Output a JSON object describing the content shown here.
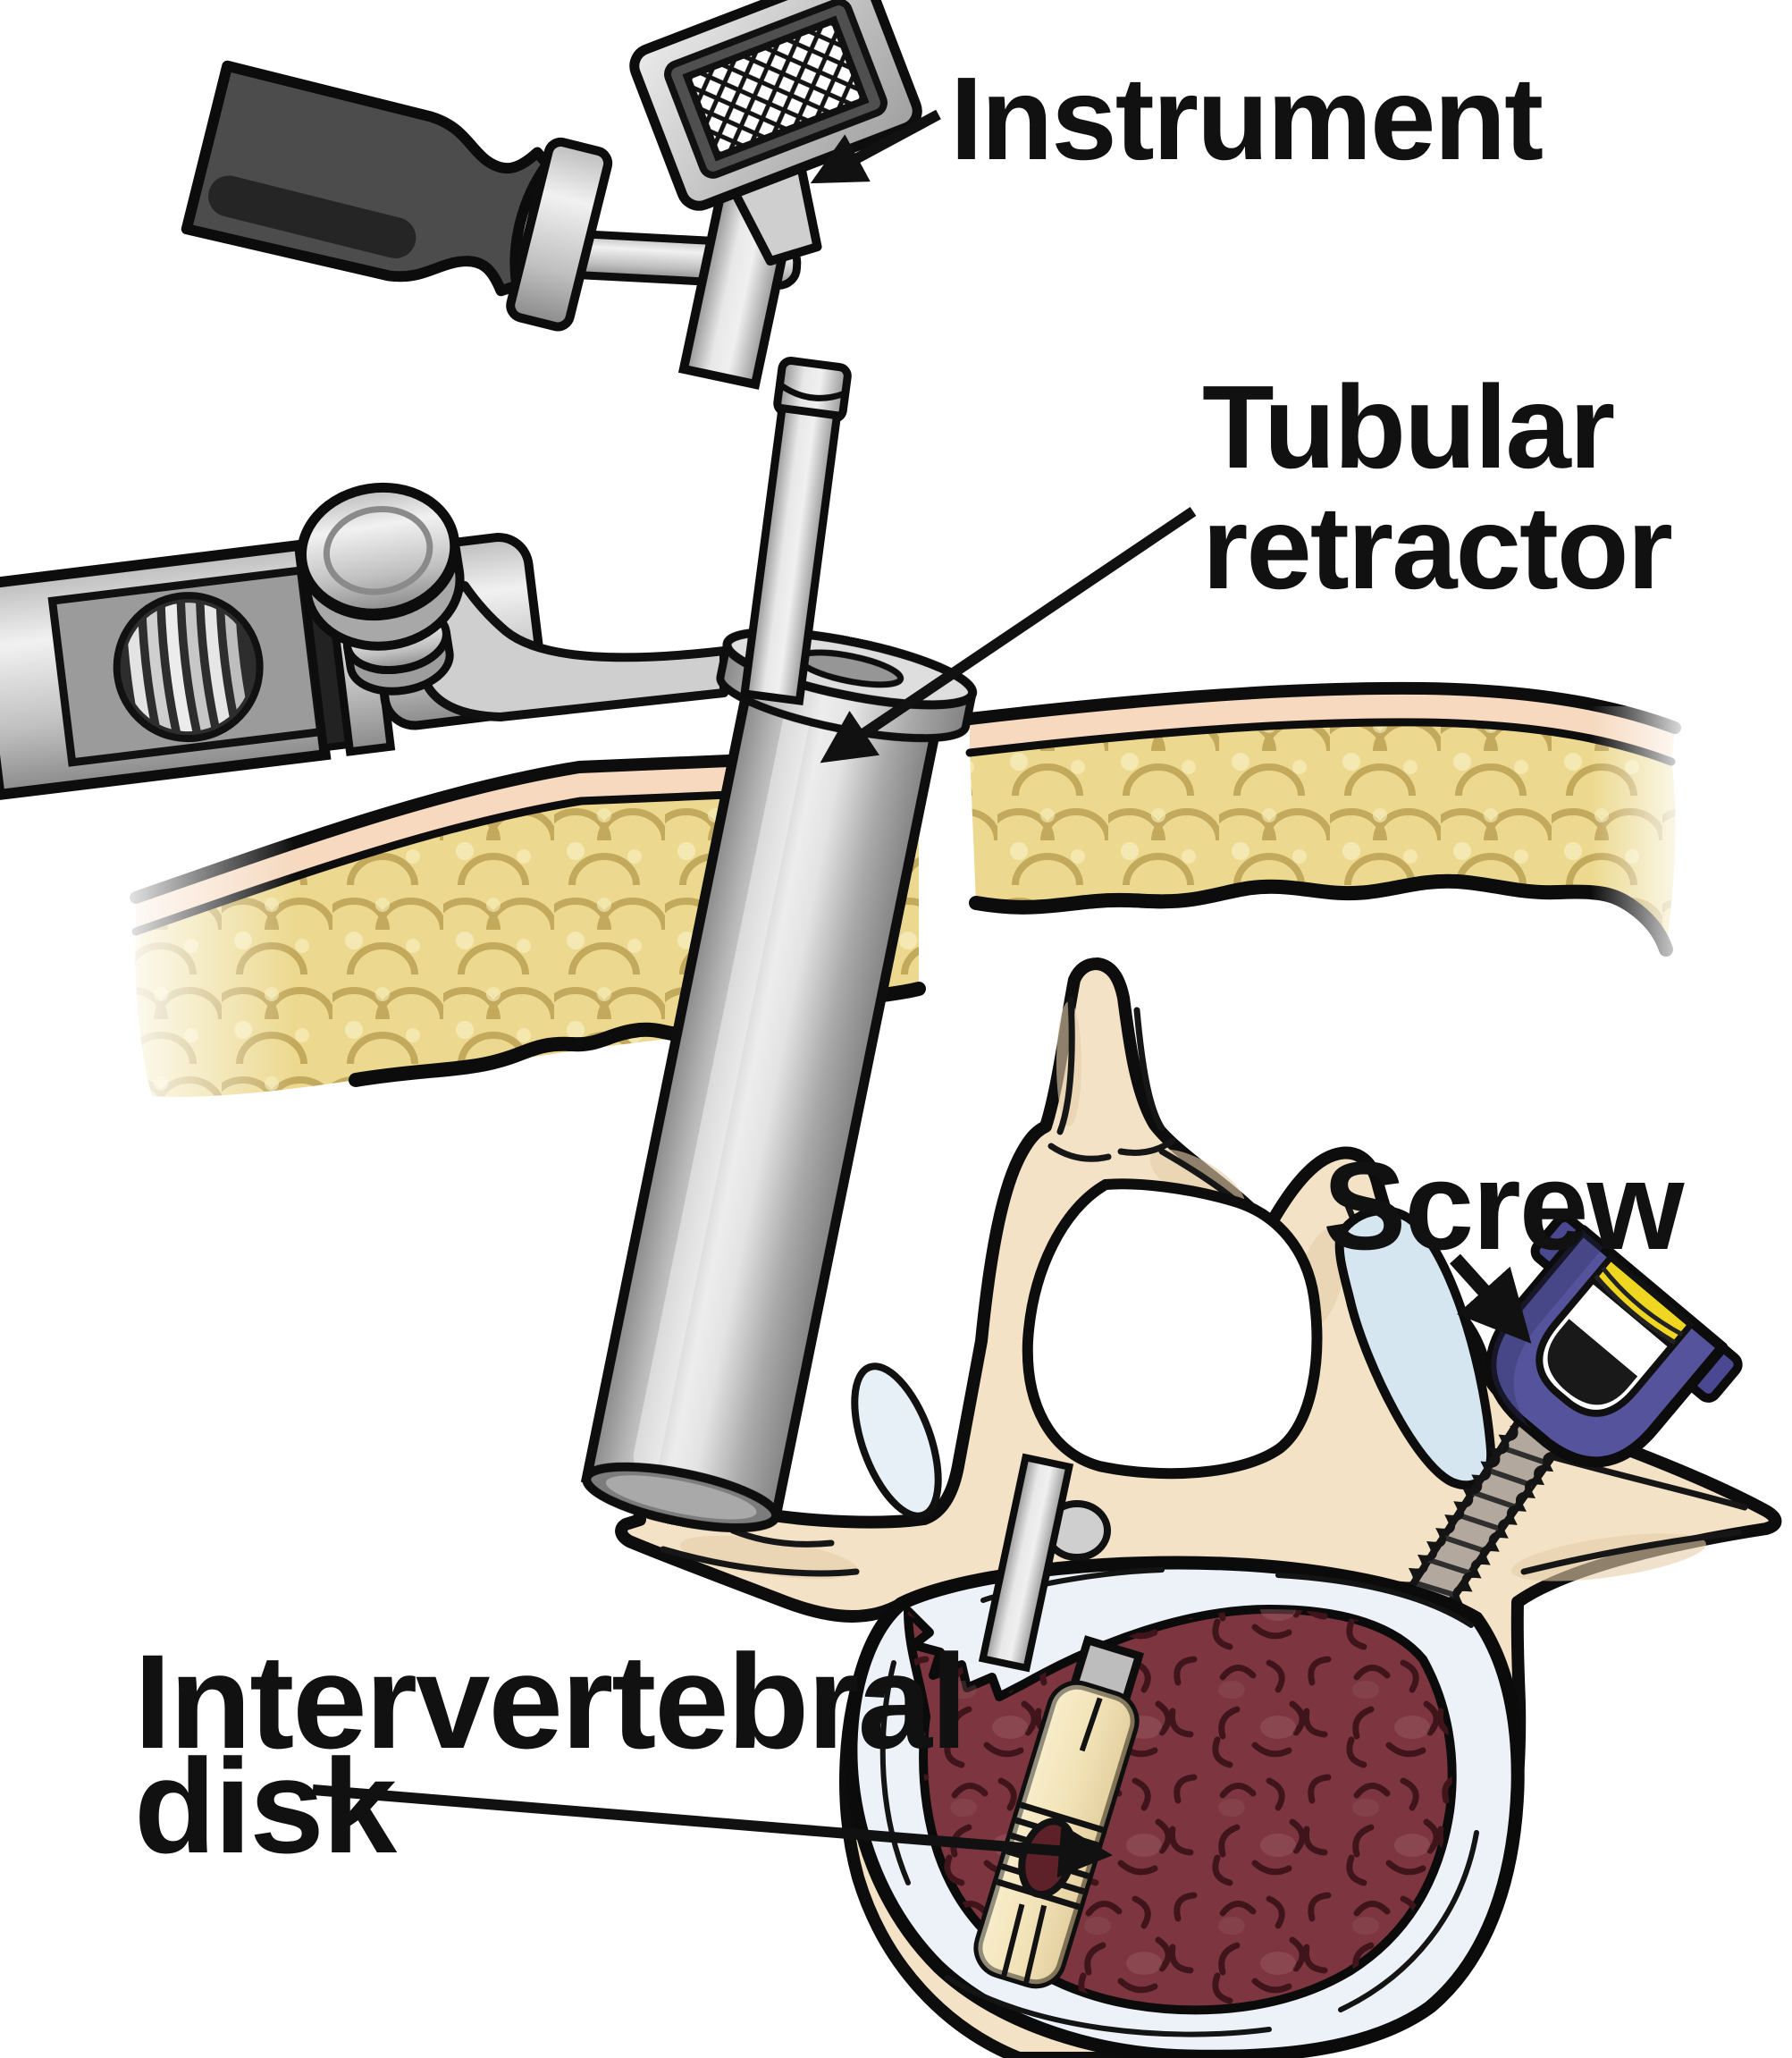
{
  "figure": {
    "type": "medical illustration",
    "subject": "Minimally invasive lumbar spine surgery through a tubular retractor, axial view of vertebra",
    "labels": {
      "instrument": "Instrument",
      "tubular_retractor_line1": "Tubular",
      "tubular_retractor_line2": "retractor",
      "screw": "Screw",
      "disk_line1": "Intervertebral",
      "disk_line2": "disk"
    },
    "colors": {
      "label_text": "#111111",
      "outline": "#0d0d0d",
      "bone": "#f3e2c6",
      "fat": "#ecd98f",
      "skin": "#f6d9bf",
      "disk_nucleus": "#7d3640",
      "disk_annulus": "#edf2f8",
      "facet_cartilage": "#d6e6f1",
      "screw_head": "#55539b",
      "screw_band": "#eed621",
      "screw_shaft": "#b3a89d",
      "implant": "#f2e3b8",
      "handle": "#4c4c4c"
    }
  }
}
